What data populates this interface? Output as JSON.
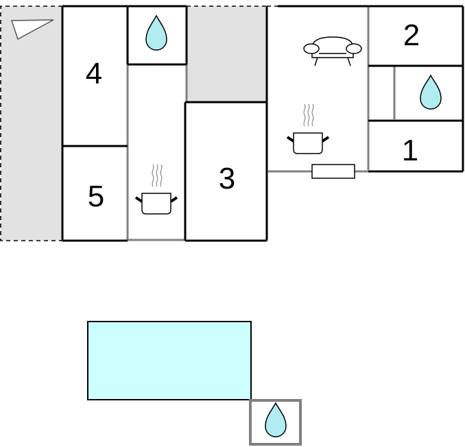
{
  "rooms": {
    "room_1": "1",
    "room_2": "2",
    "room_3": "3",
    "room_4": "4",
    "room_5": "5"
  },
  "colors": {
    "wall": "#000000",
    "partition": "#808080",
    "terrace": "#e2e2e2",
    "pool": "#ccffff",
    "water_drop": "#b0ecf0"
  },
  "icons": [
    "water-drop-icon",
    "cooking-pot-icon",
    "sofa-icon",
    "terrace-icon"
  ]
}
